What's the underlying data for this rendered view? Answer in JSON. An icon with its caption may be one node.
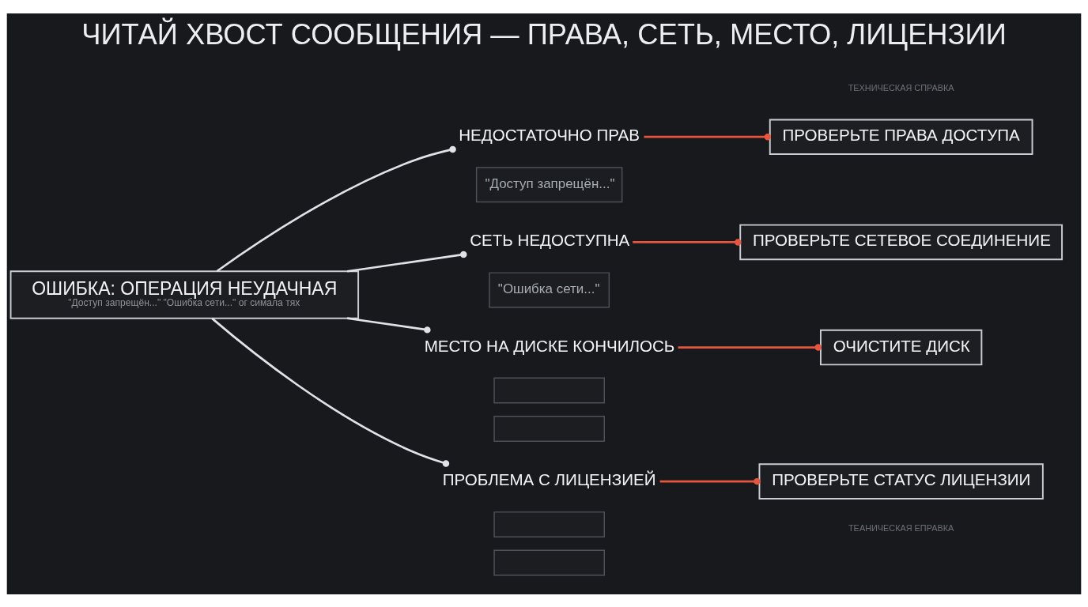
{
  "diagram": {
    "title": "ЧИТАЙ ХВОСТ СООБЩЕНИЯ — ПРАВА, СЕТЬ, МЕСТО, ЛИЦЕНЗИИ",
    "nodes": [
      {
        "text": [
          "ОШИБКА: ОПЕРАЦИЯ НЕУДАЧНАЯ",
          "\"Доступ запрещён...\" \"Ошибка сети...\" ог симала тях"
        ]
      },
      {
        "text": [
          "НЕДОСТАТОЧНО ПРАВ"
        ]
      },
      {
        "text": [
          "\"Доступ запрещён...\""
        ]
      },
      {
        "text": [
          "ПРОВЕРЬТЕ ПРАВА ДОСТУПА"
        ]
      },
      {
        "text": [
          "СЕТЬ НЕДОСТУПНА"
        ]
      },
      {
        "text": [
          "\"Ошибка сети...\""
        ]
      },
      {
        "text": [
          "ПРОВЕРЬТЕ СЕТЕВОЕ СОЕДИНЕНИЕ"
        ]
      },
      {
        "text": [
          "МЕСТО НА ДИСКЕ КОНЧИЛОСЬ"
        ]
      },
      {
        "text": [],
        "shape": "box"
      },
      {
        "text": [],
        "shape": "box"
      },
      {
        "text": [
          "ОЧИСТИТЕ ДИСК"
        ]
      },
      {
        "text": [
          "ПРОБЛЕМА С ЛИЦЕНЗИЕЙ"
        ]
      },
      {
        "text": [],
        "shape": "box"
      },
      {
        "text": [],
        "shape": "box"
      },
      {
        "text": [
          "ПРОВЕРЬТЕ СТАТУС ЛИЦЕНЗИИ"
        ]
      }
    ],
    "edges": [
      {
        "from": 0,
        "to": 1,
        "arrow": "other"
      },
      {
        "from": 1,
        "to": 3,
        "arrow": "other",
        "color": "#e8553f"
      },
      {
        "from": 0,
        "to": 4,
        "arrow": "other"
      },
      {
        "from": 4,
        "to": 6,
        "arrow": "other",
        "color": "#e8553f"
      },
      {
        "from": 0,
        "to": 7,
        "arrow": "other"
      },
      {
        "from": 7,
        "to": 10,
        "arrow": "other",
        "color": "#e8553f"
      },
      {
        "from": 0,
        "to": 11,
        "arrow": "other"
      },
      {
        "from": 11,
        "to": 14,
        "arrow": "other",
        "color": "#e8553f"
      }
    ],
    "labels": [
      "ТЕХНИЧЕСКАЯ СПРАВКА",
      "ТЕАНИЧЕСКАЯ ЕПРАВКА"
    ]
  }
}
